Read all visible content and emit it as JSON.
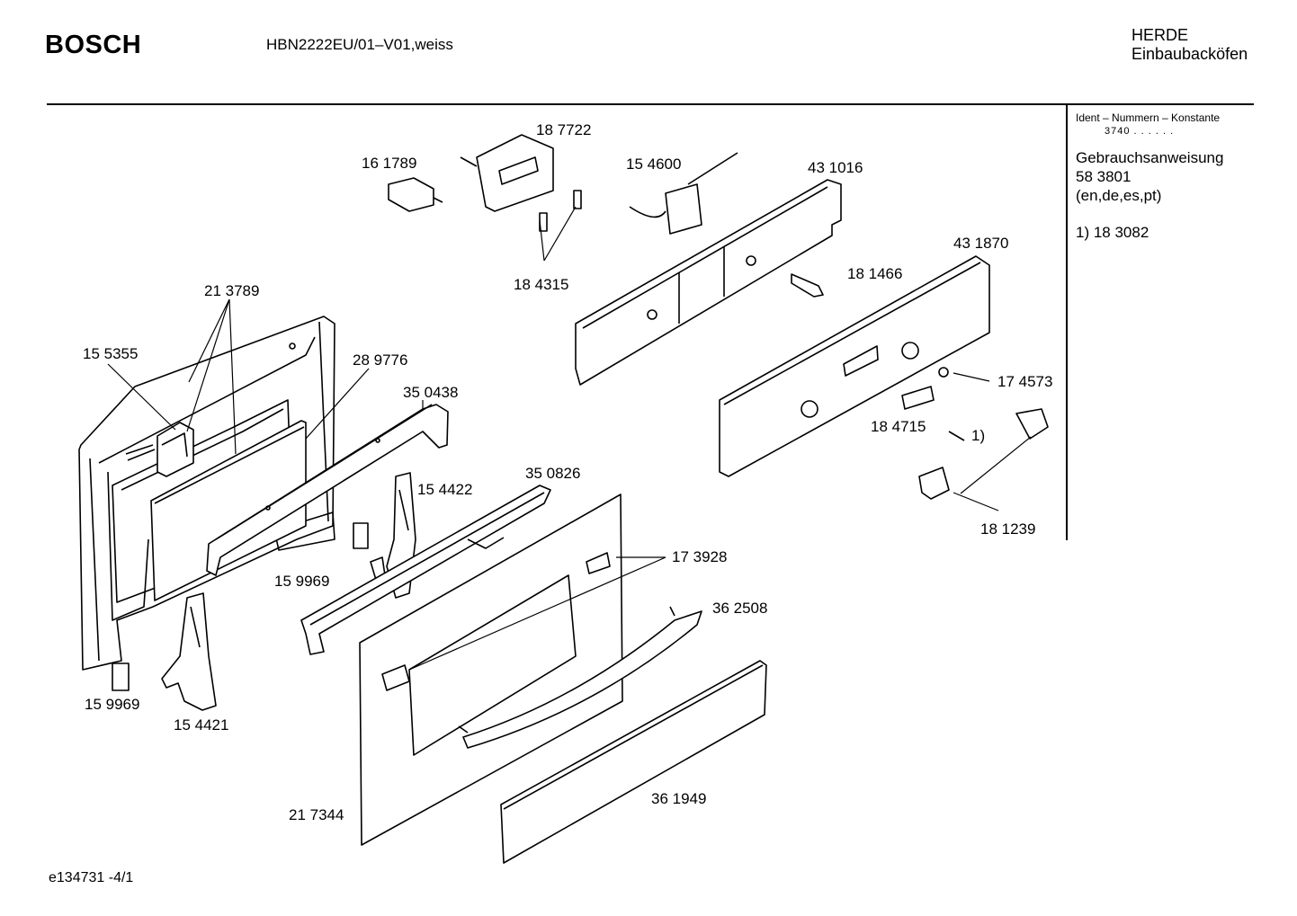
{
  "header": {
    "brand": "BOSCH",
    "model": "HBN2222EU/01–V01,weiss",
    "category_line1": "HERDE",
    "category_line2": "Einbaubacköfen"
  },
  "side_panel": {
    "ident_label": "Ident – Nummern – Konstante",
    "constant": "3740 . .  . . . .",
    "manual_label": "Gebrauchsanweisung",
    "manual_number": "58 3801",
    "manual_languages": "(en,de,es,pt)",
    "footnote": "1)  18 3082"
  },
  "footer": {
    "document_id": "e134731  -4/1"
  },
  "part_labels": {
    "p187722": "18 7722",
    "p161789": "16 1789",
    "p154600": "15 4600",
    "p431016": "43 1016",
    "p184315": "18 4315",
    "p431870": "43 1870",
    "p181466": "18 1466",
    "p213789": "21 3789",
    "p155355": "15 5355",
    "p289776": "28 9776",
    "p350438": "35 0438",
    "p174573": "17 4573",
    "p184715": "18 4715",
    "p1_ref": "1)",
    "p350826": "35 0826",
    "p154422": "15 4422",
    "p181239": "18 1239",
    "p159969a": "15 9969",
    "p173928": "17 3928",
    "p362508": "36 2508",
    "p159969b": "15 9969",
    "p154421": "15 4421",
    "p361949": "36 1949",
    "p217344": "21 7344"
  }
}
